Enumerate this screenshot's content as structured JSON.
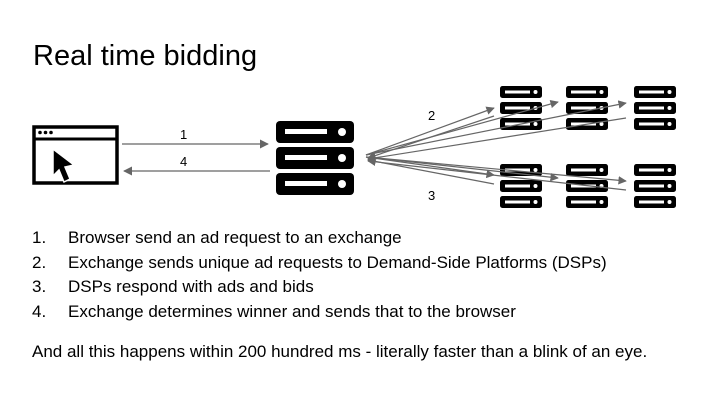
{
  "title": "Real time bidding",
  "diagram": {
    "browser_icon": "browser-window-with-cursor-icon",
    "exchange_icon": "server-stack-icon",
    "dsp_icon": "server-stack-icon",
    "arrow_labels": {
      "request": "1",
      "response": "4",
      "bid_requests": "2",
      "bids": "3"
    }
  },
  "steps": [
    {
      "number": "1.",
      "text": "Browser send an ad request to an exchange"
    },
    {
      "number": "2.",
      "text": "Exchange sends unique ad requests to Demand-Side Platforms (DSPs)"
    },
    {
      "number": "3.",
      "text": "DSPs respond with ads and bids"
    },
    {
      "number": "4.",
      "text": "Exchange determines winner and sends that to the browser"
    }
  ],
  "summary": "And all this happens within 200 hundred ms - literally faster than a blink of an eye.",
  "colors": {
    "ink": "#000000",
    "arrow_gray": "#666666",
    "background": "#ffffff"
  }
}
